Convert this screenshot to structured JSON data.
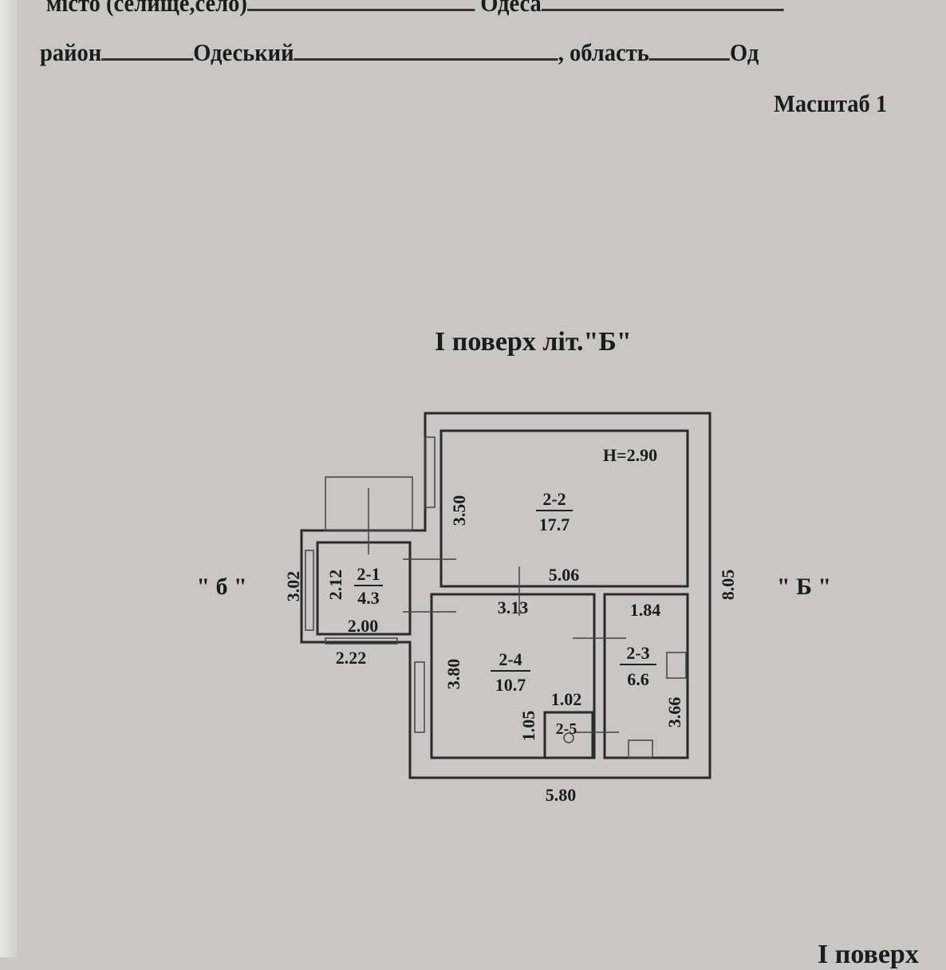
{
  "header": {
    "line1_label": "місто (селище,село)",
    "line1_value": "Одеса",
    "district_label": "район",
    "district_value": "Одеський",
    "region_label": ", область",
    "region_value": "Од",
    "scale_label": "Масштаб 1"
  },
  "plan": {
    "title": "І поверх літ.\"Б\"",
    "side_left": "\" б \"",
    "side_right": "\" Б \"",
    "height": "H=2.90",
    "rooms": [
      {
        "id": "2-1",
        "area": "4.3"
      },
      {
        "id": "2-2",
        "area": "17.7"
      },
      {
        "id": "2-3",
        "area": "6.6"
      },
      {
        "id": "2-4",
        "area": "10.7"
      },
      {
        "id": "2-5",
        "area": ""
      }
    ],
    "dims": {
      "d350": "3.50",
      "d506": "5.06",
      "d313": "3.13",
      "d184": "1.84",
      "d366": "3.66",
      "d380": "3.80",
      "d102": "1.02",
      "d105": "1.05",
      "d212": "2.12",
      "d302": "3.02",
      "d200": "2.00",
      "d222": "2.22",
      "d580": "5.80",
      "d805": "8.05"
    }
  },
  "footer": {
    "next_title": "І поверх"
  }
}
